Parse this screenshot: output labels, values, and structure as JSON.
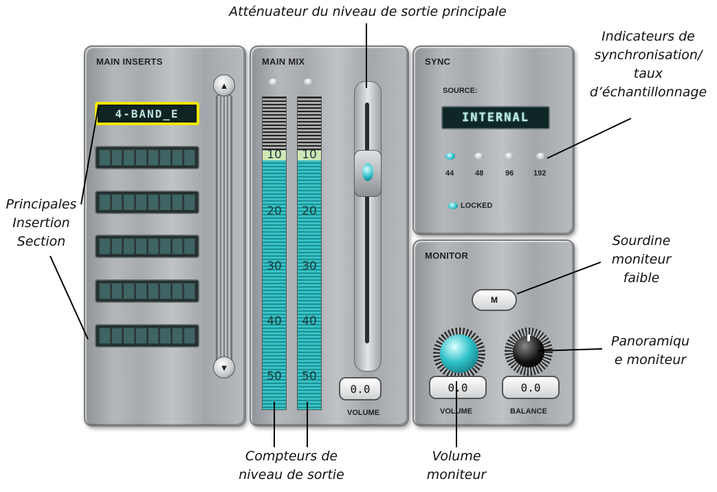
{
  "callouts": {
    "fader": "Atténuateur du niveau de sortie principale",
    "sync_indicators": "Indicateurs de\nsynchronisation/\ntaux\nd’échantillonnage",
    "inserts": "Principales\nInsertion\nSection",
    "mute": "Sourdine\nmoniteur\nfaible",
    "pan": "Panoramiqu\ne moniteur",
    "meters": "Compteurs de\nniveau de sortie",
    "monitor_volume": "Volume\nmoniteur"
  },
  "main_inserts": {
    "title": "MAIN INSERTS",
    "slots": [
      "4-BAND_E",
      "",
      "",
      "",
      "",
      ""
    ],
    "scroll_up": "▲",
    "scroll_down": "▼"
  },
  "main_mix": {
    "title": "MAIN MIX",
    "meter_labels": [
      "10",
      "20",
      "30",
      "40",
      "50"
    ],
    "volume_value": "0.0",
    "volume_label": "VOLUME"
  },
  "sync": {
    "title": "SYNC",
    "source_label": "SOURCE:",
    "source_value": "INTERNAL",
    "rates": [
      "44",
      "48",
      "96",
      "192"
    ],
    "active_rate": "44",
    "locked_label": "LOCKED"
  },
  "monitor": {
    "title": "MONITOR",
    "mute_label": "M",
    "volume_value": "0.0",
    "volume_label": "VOLUME",
    "balance_value": "0.0",
    "balance_label": "BALANCE"
  },
  "colors": {
    "accent": "#2fc0c8",
    "selected_border": "#f2e600"
  }
}
